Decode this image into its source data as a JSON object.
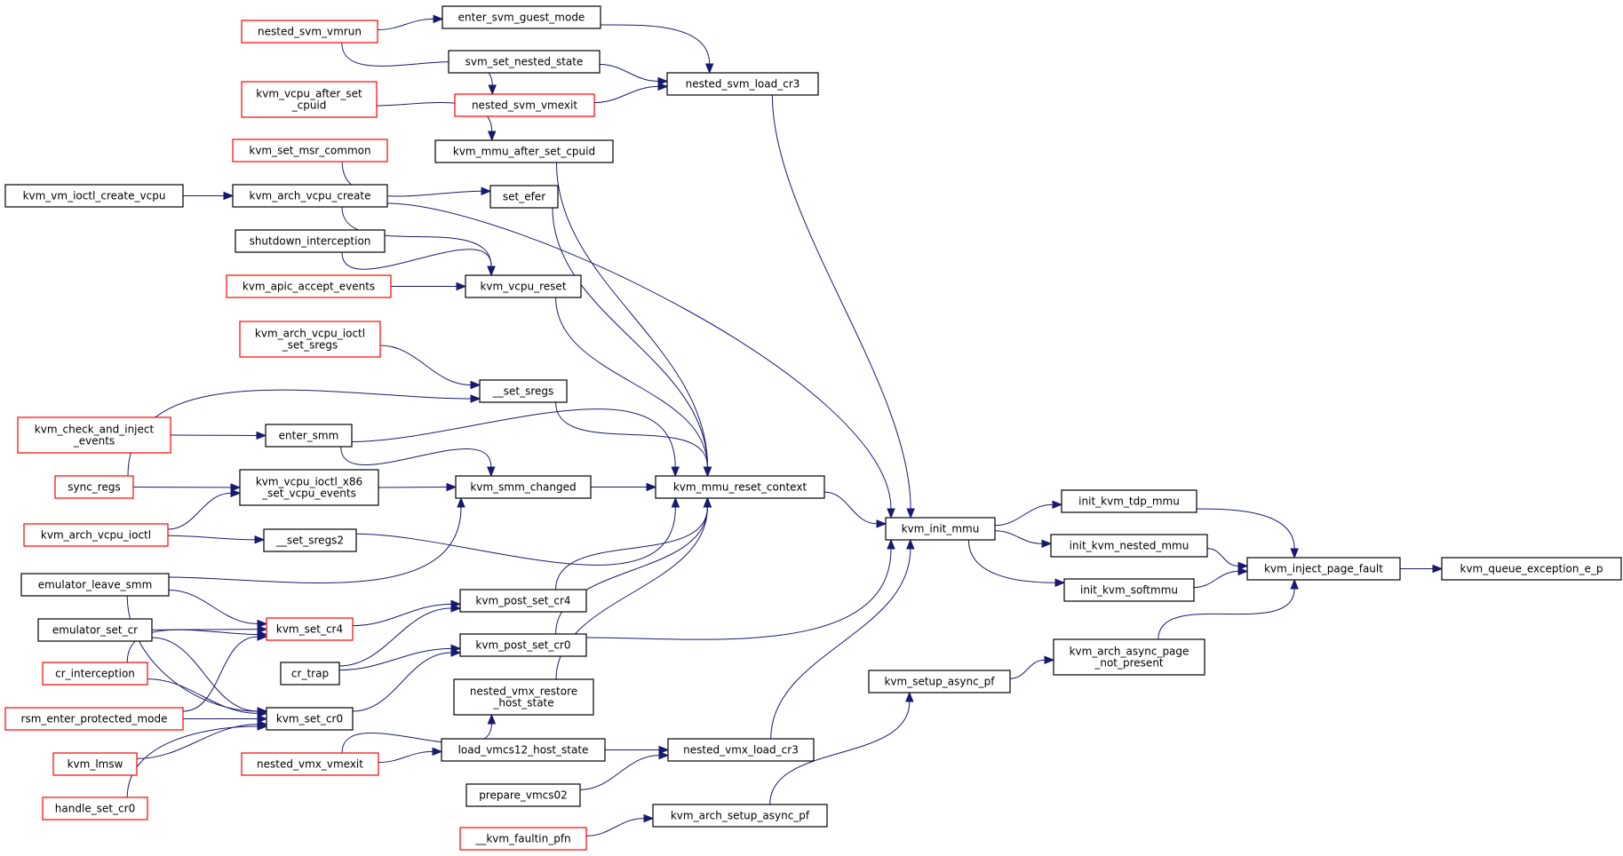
{
  "graph": {
    "colors": {
      "edge": "#191970",
      "node_border_plain": "#000000",
      "node_border_truncated": "#ff0000",
      "node_fill": "#ffffff",
      "root_fill": "#bfbfbf"
    },
    "nodes": [
      {
        "id": "kvm_queue_exception_e_p",
        "lines": [
          "kvm_queue_exception_e_p"
        ],
        "style": "root"
      },
      {
        "id": "kvm_inject_page_fault",
        "lines": [
          "kvm_inject_page_fault"
        ],
        "style": "plain"
      },
      {
        "id": "init_kvm_tdp_mmu",
        "lines": [
          "init_kvm_tdp_mmu"
        ],
        "style": "plain"
      },
      {
        "id": "init_kvm_nested_mmu",
        "lines": [
          "init_kvm_nested_mmu"
        ],
        "style": "plain"
      },
      {
        "id": "init_kvm_softmmu",
        "lines": [
          "init_kvm_softmmu"
        ],
        "style": "plain"
      },
      {
        "id": "kvm_arch_async_page_not_present",
        "lines": [
          "kvm_arch_async_page",
          "_not_present"
        ],
        "style": "plain"
      },
      {
        "id": "kvm_init_mmu",
        "lines": [
          "kvm_init_mmu"
        ],
        "style": "plain"
      },
      {
        "id": "kvm_setup_async_pf",
        "lines": [
          "kvm_setup_async_pf"
        ],
        "style": "plain"
      },
      {
        "id": "nested_svm_load_cr3",
        "lines": [
          "nested_svm_load_cr3"
        ],
        "style": "plain"
      },
      {
        "id": "kvm_mmu_reset_context",
        "lines": [
          "kvm_mmu_reset_context"
        ],
        "style": "plain"
      },
      {
        "id": "nested_vmx_load_cr3",
        "lines": [
          "nested_vmx_load_cr3"
        ],
        "style": "plain"
      },
      {
        "id": "kvm_arch_setup_async_pf",
        "lines": [
          "kvm_arch_setup_async_pf"
        ],
        "style": "plain"
      },
      {
        "id": "enter_svm_guest_mode",
        "lines": [
          "enter_svm_guest_mode"
        ],
        "style": "plain"
      },
      {
        "id": "svm_set_nested_state",
        "lines": [
          "svm_set_nested_state"
        ],
        "style": "plain"
      },
      {
        "id": "nested_svm_vmexit",
        "lines": [
          "nested_svm_vmexit"
        ],
        "style": "truncated"
      },
      {
        "id": "kvm_mmu_after_set_cpuid",
        "lines": [
          "kvm_mmu_after_set_cpuid"
        ],
        "style": "plain"
      },
      {
        "id": "set_efer",
        "lines": [
          "set_efer"
        ],
        "style": "plain"
      },
      {
        "id": "kvm_arch_vcpu_create",
        "lines": [
          "kvm_arch_vcpu_create"
        ],
        "style": "plain"
      },
      {
        "id": "kvm_vcpu_reset",
        "lines": [
          "kvm_vcpu_reset"
        ],
        "style": "plain"
      },
      {
        "id": "__set_sregs",
        "lines": [
          "__set_sregs"
        ],
        "style": "plain"
      },
      {
        "id": "enter_smm",
        "lines": [
          "enter_smm"
        ],
        "style": "plain"
      },
      {
        "id": "kvm_smm_changed",
        "lines": [
          "kvm_smm_changed"
        ],
        "style": "plain"
      },
      {
        "id": "__set_sregs2",
        "lines": [
          "__set_sregs2"
        ],
        "style": "plain"
      },
      {
        "id": "kvm_post_set_cr4",
        "lines": [
          "kvm_post_set_cr4"
        ],
        "style": "plain"
      },
      {
        "id": "kvm_post_set_cr0",
        "lines": [
          "kvm_post_set_cr0"
        ],
        "style": "plain"
      },
      {
        "id": "nested_vmx_restore_host_state",
        "lines": [
          "nested_vmx_restore",
          "_host_state"
        ],
        "style": "plain"
      },
      {
        "id": "load_vmcs12_host_state",
        "lines": [
          "load_vmcs12_host_state"
        ],
        "style": "plain"
      },
      {
        "id": "prepare_vmcs02",
        "lines": [
          "prepare_vmcs02"
        ],
        "style": "plain"
      },
      {
        "id": "__kvm_faultin_pfn",
        "lines": [
          "__kvm_faultin_pfn"
        ],
        "style": "truncated"
      },
      {
        "id": "nested_svm_vmrun",
        "lines": [
          "nested_svm_vmrun"
        ],
        "style": "truncated"
      },
      {
        "id": "kvm_vcpu_after_set_cpuid",
        "lines": [
          "kvm_vcpu_after_set",
          "_cpuid"
        ],
        "style": "truncated"
      },
      {
        "id": "kvm_set_msr_common",
        "lines": [
          "kvm_set_msr_common"
        ],
        "style": "truncated"
      },
      {
        "id": "kvm_vm_ioctl_create_vcpu",
        "lines": [
          "kvm_vm_ioctl_create_vcpu"
        ],
        "style": "plain"
      },
      {
        "id": "shutdown_interception",
        "lines": [
          "shutdown_interception"
        ],
        "style": "plain"
      },
      {
        "id": "kvm_apic_accept_events",
        "lines": [
          "kvm_apic_accept_events"
        ],
        "style": "truncated"
      },
      {
        "id": "kvm_arch_vcpu_ioctl_set_sregs",
        "lines": [
          "kvm_arch_vcpu_ioctl",
          "_set_sregs"
        ],
        "style": "truncated"
      },
      {
        "id": "kvm_check_and_inject_events",
        "lines": [
          "kvm_check_and_inject",
          "_events"
        ],
        "style": "truncated"
      },
      {
        "id": "sync_regs",
        "lines": [
          "sync_regs"
        ],
        "style": "truncated"
      },
      {
        "id": "kvm_vcpu_ioctl_x86_set_vcpu_events",
        "lines": [
          "kvm_vcpu_ioctl_x86",
          "_set_vcpu_events"
        ],
        "style": "plain"
      },
      {
        "id": "kvm_arch_vcpu_ioctl",
        "lines": [
          "kvm_arch_vcpu_ioctl"
        ],
        "style": "truncated"
      },
      {
        "id": "emulator_leave_smm",
        "lines": [
          "emulator_leave_smm"
        ],
        "style": "plain"
      },
      {
        "id": "kvm_set_cr4",
        "lines": [
          "kvm_set_cr4"
        ],
        "style": "truncated"
      },
      {
        "id": "emulator_set_cr",
        "lines": [
          "emulator_set_cr"
        ],
        "style": "plain"
      },
      {
        "id": "cr_trap",
        "lines": [
          "cr_trap"
        ],
        "style": "plain"
      },
      {
        "id": "cr_interception",
        "lines": [
          "cr_interception"
        ],
        "style": "truncated"
      },
      {
        "id": "kvm_set_cr0",
        "lines": [
          "kvm_set_cr0"
        ],
        "style": "plain"
      },
      {
        "id": "rsm_enter_protected_mode",
        "lines": [
          "rsm_enter_protected_mode"
        ],
        "style": "truncated"
      },
      {
        "id": "kvm_lmsw",
        "lines": [
          "kvm_lmsw"
        ],
        "style": "truncated"
      },
      {
        "id": "nested_vmx_vmexit",
        "lines": [
          "nested_vmx_vmexit"
        ],
        "style": "truncated"
      },
      {
        "id": "handle_set_cr0",
        "lines": [
          "handle_set_cr0"
        ],
        "style": "truncated"
      }
    ],
    "edges": [
      {
        "from": "kvm_inject_page_fault",
        "to": "kvm_queue_exception_e_p"
      },
      {
        "from": "init_kvm_tdp_mmu",
        "to": "kvm_inject_page_fault"
      },
      {
        "from": "init_kvm_nested_mmu",
        "to": "kvm_inject_page_fault"
      },
      {
        "from": "init_kvm_softmmu",
        "to": "kvm_inject_page_fault"
      },
      {
        "from": "kvm_arch_async_page_not_present",
        "to": "kvm_inject_page_fault"
      },
      {
        "from": "kvm_init_mmu",
        "to": "init_kvm_tdp_mmu"
      },
      {
        "from": "kvm_init_mmu",
        "to": "init_kvm_nested_mmu"
      },
      {
        "from": "kvm_init_mmu",
        "to": "init_kvm_softmmu"
      },
      {
        "from": "kvm_setup_async_pf",
        "to": "kvm_arch_async_page_not_present"
      },
      {
        "from": "nested_svm_load_cr3",
        "to": "kvm_init_mmu"
      },
      {
        "from": "kvm_mmu_reset_context",
        "to": "kvm_init_mmu"
      },
      {
        "from": "kvm_arch_vcpu_create",
        "to": "kvm_init_mmu"
      },
      {
        "from": "kvm_post_set_cr0",
        "to": "kvm_init_mmu"
      },
      {
        "from": "nested_vmx_load_cr3",
        "to": "kvm_init_mmu"
      },
      {
        "from": "kvm_arch_setup_async_pf",
        "to": "kvm_setup_async_pf"
      },
      {
        "from": "enter_svm_guest_mode",
        "to": "nested_svm_load_cr3"
      },
      {
        "from": "svm_set_nested_state",
        "to": "nested_svm_load_cr3"
      },
      {
        "from": "nested_svm_vmexit",
        "to": "nested_svm_load_cr3"
      },
      {
        "from": "nested_svm_vmrun",
        "to": "enter_svm_guest_mode"
      },
      {
        "from": "nested_svm_vmrun",
        "to": "nested_svm_vmexit"
      },
      {
        "from": "kvm_vcpu_after_set_cpuid",
        "to": "kvm_mmu_after_set_cpuid"
      },
      {
        "from": "kvm_set_msr_common",
        "to": "set_efer"
      },
      {
        "from": "kvm_vm_ioctl_create_vcpu",
        "to": "kvm_arch_vcpu_create"
      },
      {
        "from": "kvm_arch_vcpu_create",
        "to": "kvm_vcpu_reset"
      },
      {
        "from": "shutdown_interception",
        "to": "kvm_vcpu_reset"
      },
      {
        "from": "kvm_apic_accept_events",
        "to": "kvm_vcpu_reset"
      },
      {
        "from": "kvm_arch_vcpu_ioctl_set_sregs",
        "to": "__set_sregs"
      },
      {
        "from": "sync_regs",
        "to": "__set_sregs"
      },
      {
        "from": "kvm_check_and_inject_events",
        "to": "enter_smm"
      },
      {
        "from": "enter_smm",
        "to": "kvm_smm_changed"
      },
      {
        "from": "kvm_vcpu_ioctl_x86_set_vcpu_events",
        "to": "kvm_smm_changed"
      },
      {
        "from": "emulator_leave_smm",
        "to": "kvm_smm_changed"
      },
      {
        "from": "sync_regs",
        "to": "kvm_vcpu_ioctl_x86_set_vcpu_events"
      },
      {
        "from": "kvm_arch_vcpu_ioctl",
        "to": "kvm_vcpu_ioctl_x86_set_vcpu_events"
      },
      {
        "from": "kvm_arch_vcpu_ioctl",
        "to": "__set_sregs2"
      },
      {
        "from": "kvm_mmu_after_set_cpuid",
        "to": "kvm_mmu_reset_context"
      },
      {
        "from": "set_efer",
        "to": "kvm_mmu_reset_context"
      },
      {
        "from": "kvm_vcpu_reset",
        "to": "kvm_mmu_reset_context"
      },
      {
        "from": "__set_sregs",
        "to": "kvm_mmu_reset_context"
      },
      {
        "from": "enter_smm",
        "to": "kvm_mmu_reset_context"
      },
      {
        "from": "kvm_smm_changed",
        "to": "kvm_mmu_reset_context"
      },
      {
        "from": "__set_sregs2",
        "to": "kvm_mmu_reset_context"
      },
      {
        "from": "kvm_post_set_cr4",
        "to": "kvm_mmu_reset_context"
      },
      {
        "from": "kvm_post_set_cr0",
        "to": "kvm_mmu_reset_context"
      },
      {
        "from": "nested_vmx_restore_host_state",
        "to": "kvm_mmu_reset_context"
      },
      {
        "from": "emulator_leave_smm",
        "to": "kvm_set_cr4"
      },
      {
        "from": "emulator_set_cr",
        "to": "kvm_set_cr4"
      },
      {
        "from": "cr_interception",
        "to": "kvm_set_cr4"
      },
      {
        "from": "rsm_enter_protected_mode",
        "to": "kvm_set_cr4"
      },
      {
        "from": "kvm_set_cr4",
        "to": "kvm_post_set_cr4"
      },
      {
        "from": "cr_trap",
        "to": "kvm_post_set_cr4"
      },
      {
        "from": "cr_trap",
        "to": "kvm_post_set_cr0"
      },
      {
        "from": "kvm_set_cr0",
        "to": "kvm_post_set_cr0"
      },
      {
        "from": "emulator_leave_smm",
        "to": "kvm_set_cr0"
      },
      {
        "from": "emulator_set_cr",
        "to": "kvm_set_cr0"
      },
      {
        "from": "cr_interception",
        "to": "kvm_set_cr0"
      },
      {
        "from": "rsm_enter_protected_mode",
        "to": "kvm_set_cr0"
      },
      {
        "from": "kvm_lmsw",
        "to": "kvm_set_cr0"
      },
      {
        "from": "handle_set_cr0",
        "to": "kvm_set_cr0"
      },
      {
        "from": "nested_vmx_vmexit",
        "to": "nested_vmx_restore_host_state"
      },
      {
        "from": "nested_vmx_vmexit",
        "to": "load_vmcs12_host_state"
      },
      {
        "from": "load_vmcs12_host_state",
        "to": "nested_vmx_load_cr3"
      },
      {
        "from": "prepare_vmcs02",
        "to": "nested_vmx_load_cr3"
      },
      {
        "from": "__kvm_faultin_pfn",
        "to": "kvm_arch_setup_async_pf"
      }
    ]
  }
}
